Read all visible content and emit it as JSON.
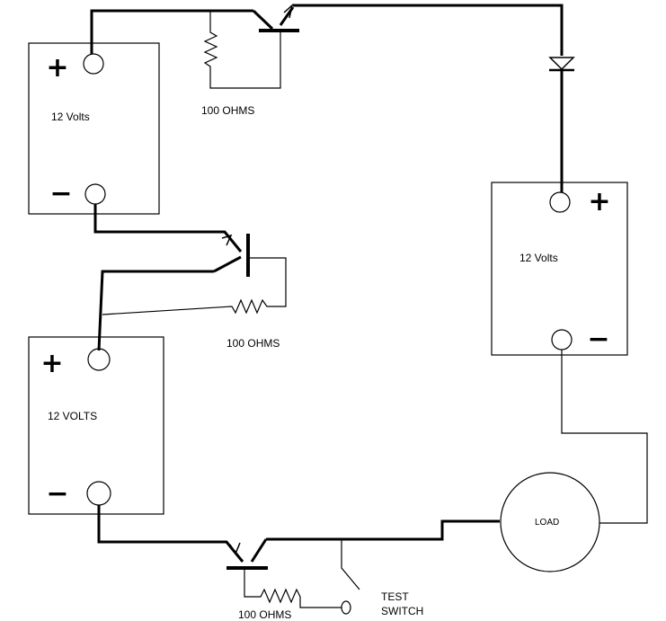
{
  "batteries": [
    {
      "voltage_label": "12 Volts",
      "plus_symbol": "+",
      "minus_symbol": "−"
    },
    {
      "voltage_label": "12 VOLTS",
      "plus_symbol": "+",
      "minus_symbol": "−"
    },
    {
      "voltage_label": "12 Volts",
      "plus_symbol": "+",
      "minus_symbol": "−"
    }
  ],
  "resistors": [
    {
      "label": "100 OHMS"
    },
    {
      "label": "100 OHMS"
    },
    {
      "label": "100 OHMS"
    }
  ],
  "load": {
    "label": "LOAD"
  },
  "switch": {
    "label_line1": "TEST",
    "label_line2": "SWITCH"
  }
}
